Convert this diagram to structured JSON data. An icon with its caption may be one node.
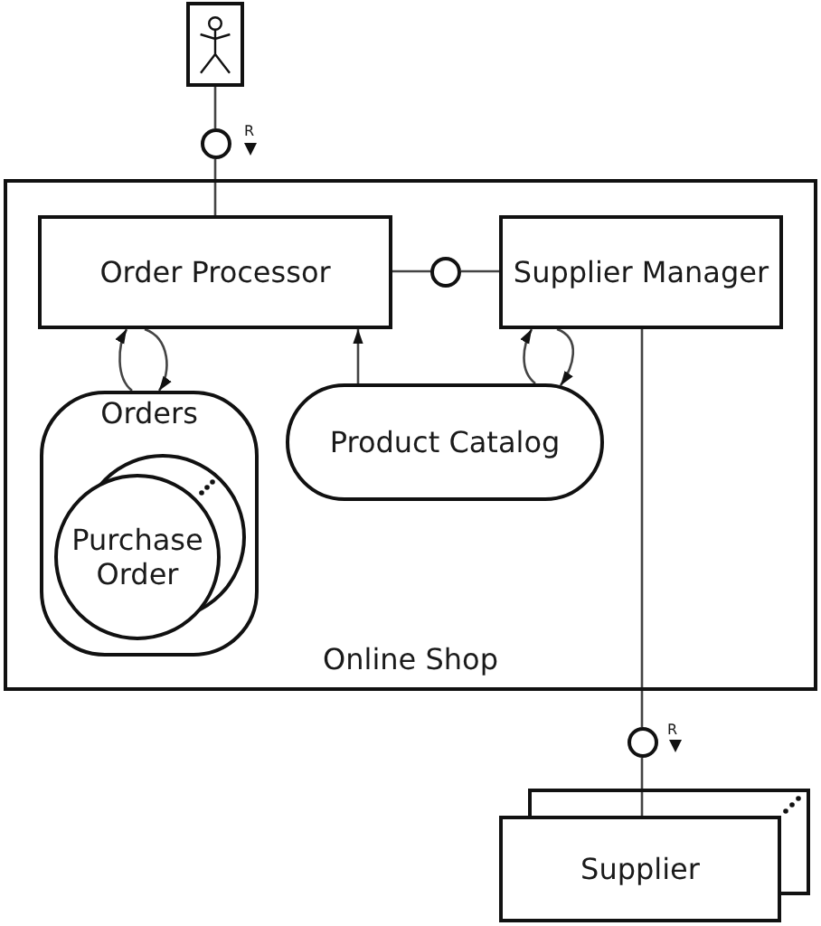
{
  "diagram": {
    "nodes": [
      {
        "text": [],
        "shape": "person"
      },
      {
        "text": [],
        "shape": "circle",
        "beside": [
          "R"
        ]
      },
      {
        "text": [
          "Online Shop"
        ]
      },
      {
        "text": [
          "Order Processor"
        ],
        "in": 2
      },
      {
        "text": [],
        "shape": "circle",
        "in": 2
      },
      {
        "text": [
          "Supplier Manager"
        ],
        "in": 2
      },
      {
        "text": [
          "Orders"
        ],
        "in": 2
      },
      {
        "text": [
          "Purchase Order"
        ],
        "in": 6
      },
      {
        "text": [
          "Product Catalog"
        ],
        "in": 2
      },
      {
        "text": [],
        "shape": "circle",
        "beside": [
          "R"
        ]
      },
      {
        "text": [
          "Supplier"
        ]
      }
    ],
    "edges": [
      {
        "from": 0,
        "to": 1,
        "arrow": "none"
      },
      {
        "from": 1,
        "to": 3,
        "arrow": "none"
      },
      {
        "from": 3,
        "to": 4,
        "arrow": "none"
      },
      {
        "from": 4,
        "to": 5,
        "arrow": "none"
      },
      {
        "from": 6,
        "to": 3,
        "arrow": "to"
      },
      {
        "from": 3,
        "to": 6,
        "arrow": "to"
      },
      {
        "from": 8,
        "to": 3,
        "arrow": "to"
      },
      {
        "from": 8,
        "to": 5,
        "arrow": "to"
      },
      {
        "from": 5,
        "to": 8,
        "arrow": "to"
      },
      {
        "from": 5,
        "to": 9,
        "arrow": "none"
      },
      {
        "from": 9,
        "to": 10,
        "arrow": "none"
      }
    ]
  }
}
